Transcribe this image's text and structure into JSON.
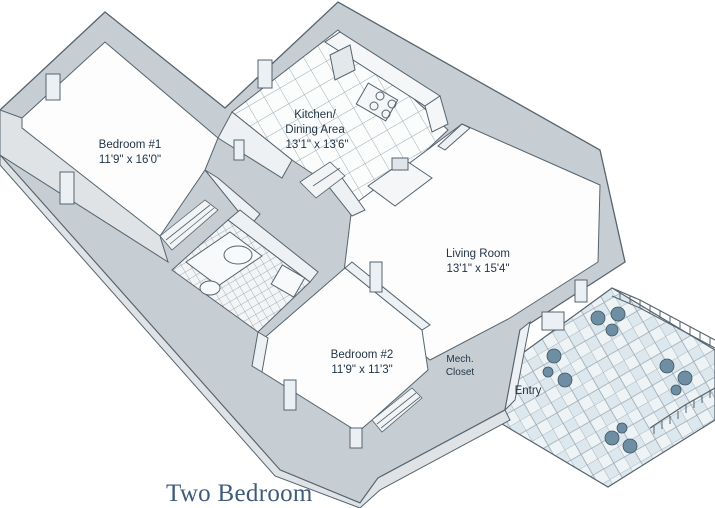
{
  "plan_title": "Two Bedroom",
  "rooms": {
    "bedroom1": {
      "name": "Bedroom #1",
      "size": "11'9\" x 16'0\""
    },
    "kitchen": {
      "name_line1": "Kitchen/",
      "name_line2": "Dining Area",
      "size": "13'1\" x 13'6\""
    },
    "living": {
      "name": "Living Room",
      "size": "13'1\" x 15'4\""
    },
    "bedroom2": {
      "name": "Bedroom #2",
      "size": "11'9\" x 11'3\""
    },
    "mech": {
      "name_line1": "Mech.",
      "name_line2": "Closet"
    },
    "entry": {
      "name": "Entry"
    }
  },
  "colors": {
    "wall_top": "#f6f7f7",
    "wall_face": "#c7ced3",
    "outline": "#56646e",
    "tile_grout": "#9aa7b0",
    "patio_tile": "#dde8ee",
    "furniture": "#6e8fa3"
  }
}
